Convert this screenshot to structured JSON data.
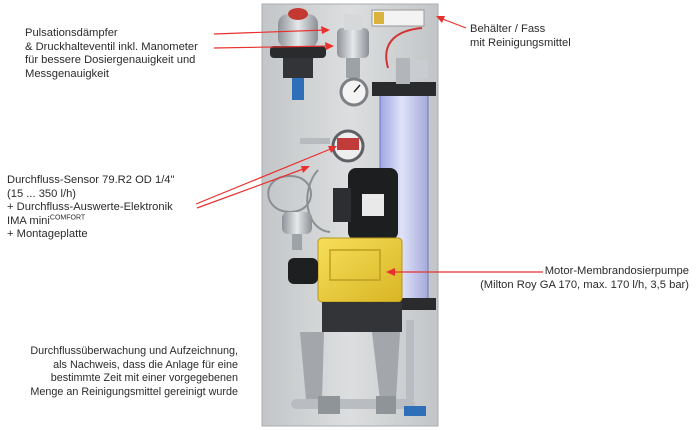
{
  "labels": {
    "damper": [
      "Pulsationsdämpfer",
      "& Druckhalteventil inkl. Manometer",
      "für bessere Dosiergenauigkeit und",
      "Messgenauigkeit"
    ],
    "tank": [
      "Behälter / Fass",
      "mit Reinigungsmittel"
    ],
    "sensor": {
      "line1": "Durchfluss-Sensor 79.R2 OD 1/4\"",
      "line2": "(15 ... 350 l/h)",
      "line3": "+ Durchfluss-Auswerte-Elektronik",
      "line4_main": "IMA mini",
      "line4_sup": "COMFORT",
      "line5": "+ Montageplatte"
    },
    "pump": [
      "Motor-Membrandosierpumpe",
      "(Milton Roy GA 170, max. 170 l/h, 3,5 bar)"
    ],
    "monitoring": [
      "Durchflussüberwachung und Aufzeichnung,",
      "als Nachweis, dass die Anlage für eine",
      "bestimmte Zeit mit einer vorgegebenen",
      "Menge an Reinigungsmittel gereinigt wurde"
    ]
  },
  "colors": {
    "arrow": "#e8312f",
    "plate": "#cfd2d4",
    "pump_yellow": "#f2d23a",
    "motor_black": "#1d1e20",
    "steel": "#b9bdc1",
    "tank_clear": "#c9cdf0"
  }
}
